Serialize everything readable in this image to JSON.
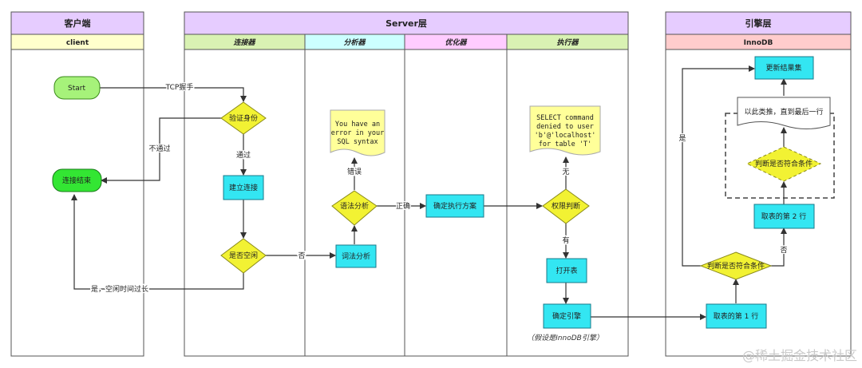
{
  "lanes": {
    "client_title": "客户端",
    "client_sub": "client",
    "server_title": "Server层",
    "server_cols": [
      "连接器",
      "分析器",
      "优化器",
      "执行器"
    ],
    "engine_title": "引擎层",
    "engine_sub": "InnoDB"
  },
  "nodes": {
    "start": "Start",
    "end": "连接结束",
    "auth": "验证身份",
    "connect": "建立连接",
    "idle": "是否空闲",
    "lexical": "词法分析",
    "syntax": "语法分析",
    "syntax_error": [
      "You have an",
      "error in your",
      "SQL syntax"
    ],
    "plan": "确定执行方案",
    "perm": "权限判断",
    "denied": [
      "SELECT command",
      "denied to user",
      "'b'@'localhost'",
      "for table 'T'"
    ],
    "open_table": "打开表",
    "engine_pick": "确定引擎",
    "engine_note": "（假设是InnoDB引擎）",
    "first_row": "取表的第 1 行",
    "judge1": "判断是否符合条件",
    "second_row": "取表的第 2 行",
    "judge2": "判断是否符合条件",
    "repeat": "以此类推，直到最后一行",
    "update_result": "更新结果集"
  },
  "edges": {
    "tcp": "TCP握手",
    "fail": "不通过",
    "pass": "通过",
    "no_idle": "否",
    "timeout": "是，空闲时间过长",
    "error": "错误",
    "correct": "正确",
    "none": "无",
    "has": "有",
    "yes": "是",
    "no": "否"
  },
  "watermark": "@稀土掘金技术社区",
  "colors": {
    "lane_header": "#e6ccff",
    "sub_yellow": "#ffffcc",
    "sub_green": "#d9f2b3",
    "sub_cyan": "#ccffff",
    "sub_pink": "#ffccff",
    "sub_red": "#ffcccc",
    "start_green": "#a6f27a",
    "end_green": "#33e633",
    "process_cyan": "#33e6f2",
    "decision_yellow": "#f2f233",
    "note_yellow": "#ffff99"
  }
}
